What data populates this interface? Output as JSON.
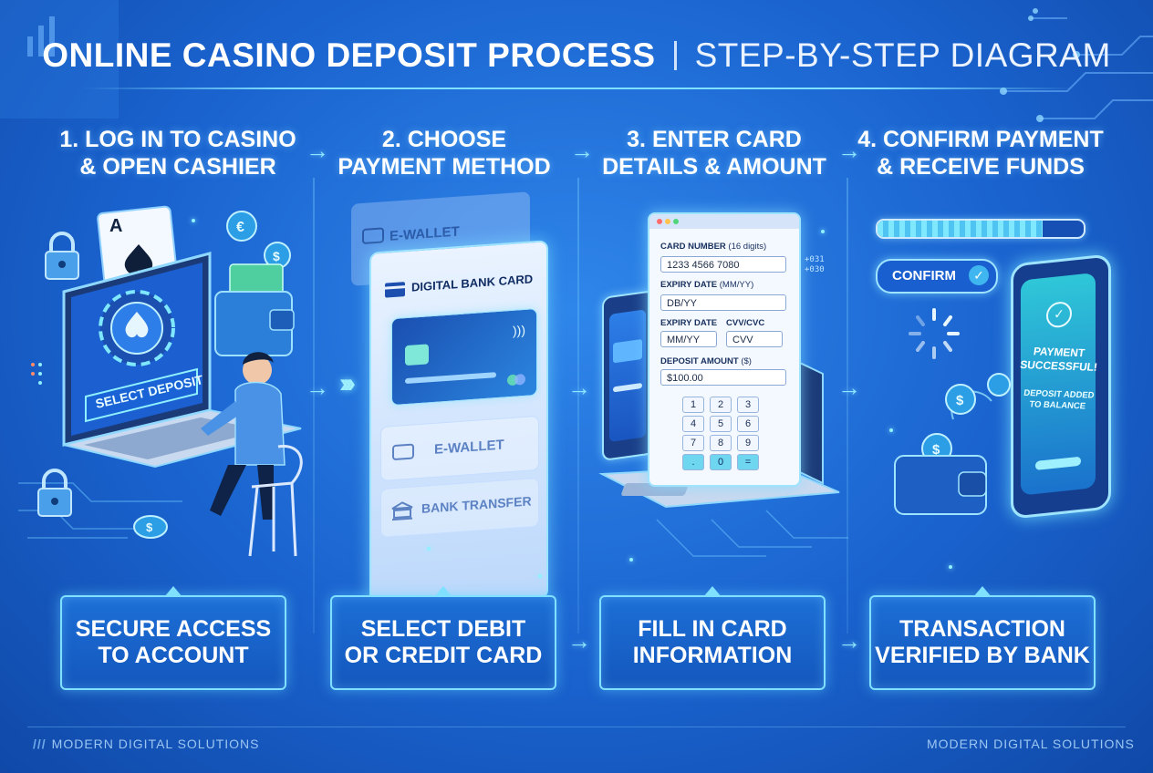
{
  "title": {
    "main": "ONLINE CASINO DEPOSIT PROCESS",
    "sub": "STEP-BY-STEP DIAGRAM"
  },
  "steps": [
    {
      "title_line1": "1. LOG IN TO CASINO",
      "title_line2": "& OPEN CASHIER",
      "caption_line1": "SECURE ACCESS",
      "caption_line2": "TO ACCOUNT"
    },
    {
      "title_line1": "2. CHOOSE",
      "title_line2": "PAYMENT METHOD",
      "caption_line1": "SELECT DEBIT",
      "caption_line2": "OR CREDIT CARD"
    },
    {
      "title_line1": "3. ENTER CARD",
      "title_line2": "DETAILS & AMOUNT",
      "caption_line1": "FILL IN CARD",
      "caption_line2": "INFORMATION"
    },
    {
      "title_line1": "4. CONFIRM PAYMENT",
      "title_line2": "& RECEIVE FUNDS",
      "caption_line1": "TRANSACTION",
      "caption_line2": "VERIFIED BY BANK"
    }
  ],
  "step1": {
    "card_letter": "A",
    "screen_label": "SELECT DEPOSIT"
  },
  "step2": {
    "opt_top": "E-WALLET",
    "opt_selected": "DIGITAL BANK CARD",
    "opt_ewallet": "E-WALLET",
    "opt_bank": "BANK TRANSFER"
  },
  "step3": {
    "card_number_label": "CARD NUMBER",
    "card_number_hint": "(16 digits)",
    "card_number_value": "1233 4566 7080",
    "expiry1_label": "EXPIRY DATE",
    "expiry1_hint": "(MM/YY)",
    "expiry1_value": "DB/YY",
    "expiry2_label": "EXPIRY DATE",
    "expiry2_value": "MM/YY",
    "cvv_label": "CVV/CVC",
    "cvv_value": "CVV",
    "amount_label": "DEPOSIT AMOUNT",
    "amount_hint": "($)",
    "amount_value": "$100.00",
    "keypad": [
      "1",
      "2",
      "3",
      "4",
      "5",
      "6",
      "7",
      "8",
      "9",
      ".",
      "0",
      "="
    ],
    "side_code1": "+031",
    "side_code2": "+030"
  },
  "step4": {
    "confirm_label": "CONFIRM",
    "progress": 0.8,
    "success_line1": "PAYMENT",
    "success_line2": "SUCCESSFUL!",
    "deposit_line1": "DEPOSIT ADDED",
    "deposit_line2": "TO BALANCE"
  },
  "footer": {
    "left": "MODERN DIGITAL SOLUTIONS",
    "right": "MODERN DIGITAL SOLUTIONS"
  },
  "colors": {
    "accent": "#7fe0ff",
    "background": "#1a63cf",
    "confirm_green": "#3fe0b8"
  }
}
